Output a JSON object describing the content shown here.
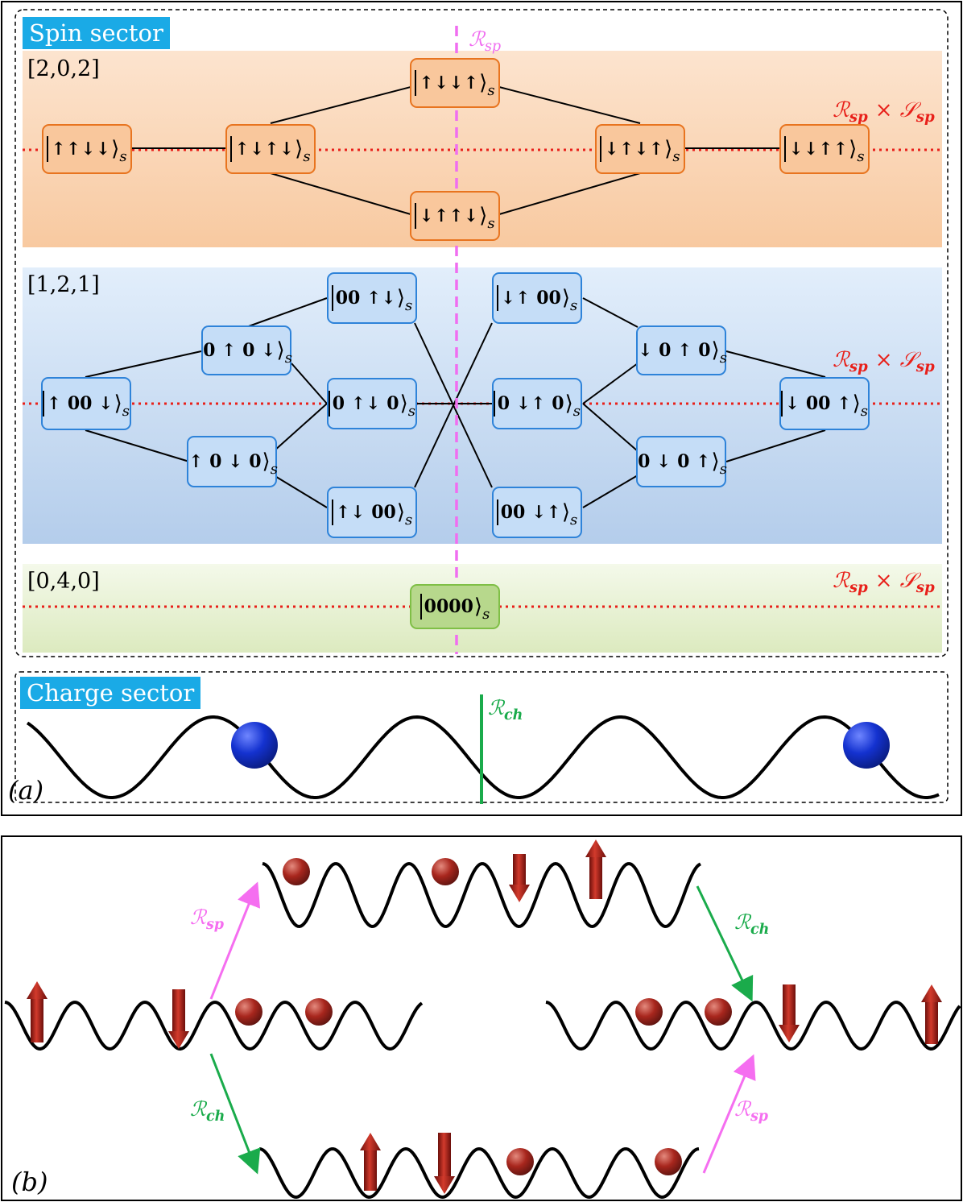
{
  "panel_a": {
    "label": "(a)",
    "spin_tag": "Spin sector",
    "charge_tag": "Charge sector",
    "sectors": [
      {
        "label": "[2,0,2]",
        "color": "#fbd7b5"
      },
      {
        "label": "[1,2,1]",
        "color": "#c9dcf3"
      },
      {
        "label": "[0,4,0]",
        "color": "#dfeec4"
      }
    ],
    "operators": {
      "r_sp": "ℛ̂sp",
      "r_sp_name": "ℛ",
      "r_sp_sub": "sp",
      "rs_name_r": "ℛ",
      "rs_name_s": "𝒮",
      "times": "×",
      "r_ch_name": "ℛ",
      "r_ch_sub": "ch"
    },
    "states_202": [
      "↑↑↓↓",
      "↑↓↑↓",
      "↑↓↓↑",
      "↓↑↑↓",
      "↓↑↓↑",
      "↓↓↑↑"
    ],
    "states_121": [
      "↑ 00 ↓",
      "0 ↑ 0 ↓",
      "↑ 0 ↓ 0",
      "00 ↑↓",
      "0 ↑↓ 0",
      "↑↓ 00",
      "↓↑ 00",
      "0 ↓↑ 0",
      "00 ↓↑",
      "↓ 0 ↑ 0",
      "0 ↓ 0 ↑",
      "↓ 00 ↑"
    ],
    "states_040": [
      "0000"
    ],
    "ket_subscript": "s",
    "colors": {
      "pink": "#f06ef0",
      "red": "#e8201a",
      "green": "#1aab4b",
      "ball_blue": "#1431c8"
    }
  },
  "panel_b": {
    "label": "(b)",
    "op_r_sp_name": "ℛ",
    "op_r_sp_sub": "sp",
    "op_r_ch_name": "ℛ",
    "op_r_ch_sub": "ch",
    "colors": {
      "pink": "#f56ef0",
      "green": "#1aab4b",
      "ball_red": "#a8241c",
      "arrow_red": "#b0201a"
    }
  }
}
